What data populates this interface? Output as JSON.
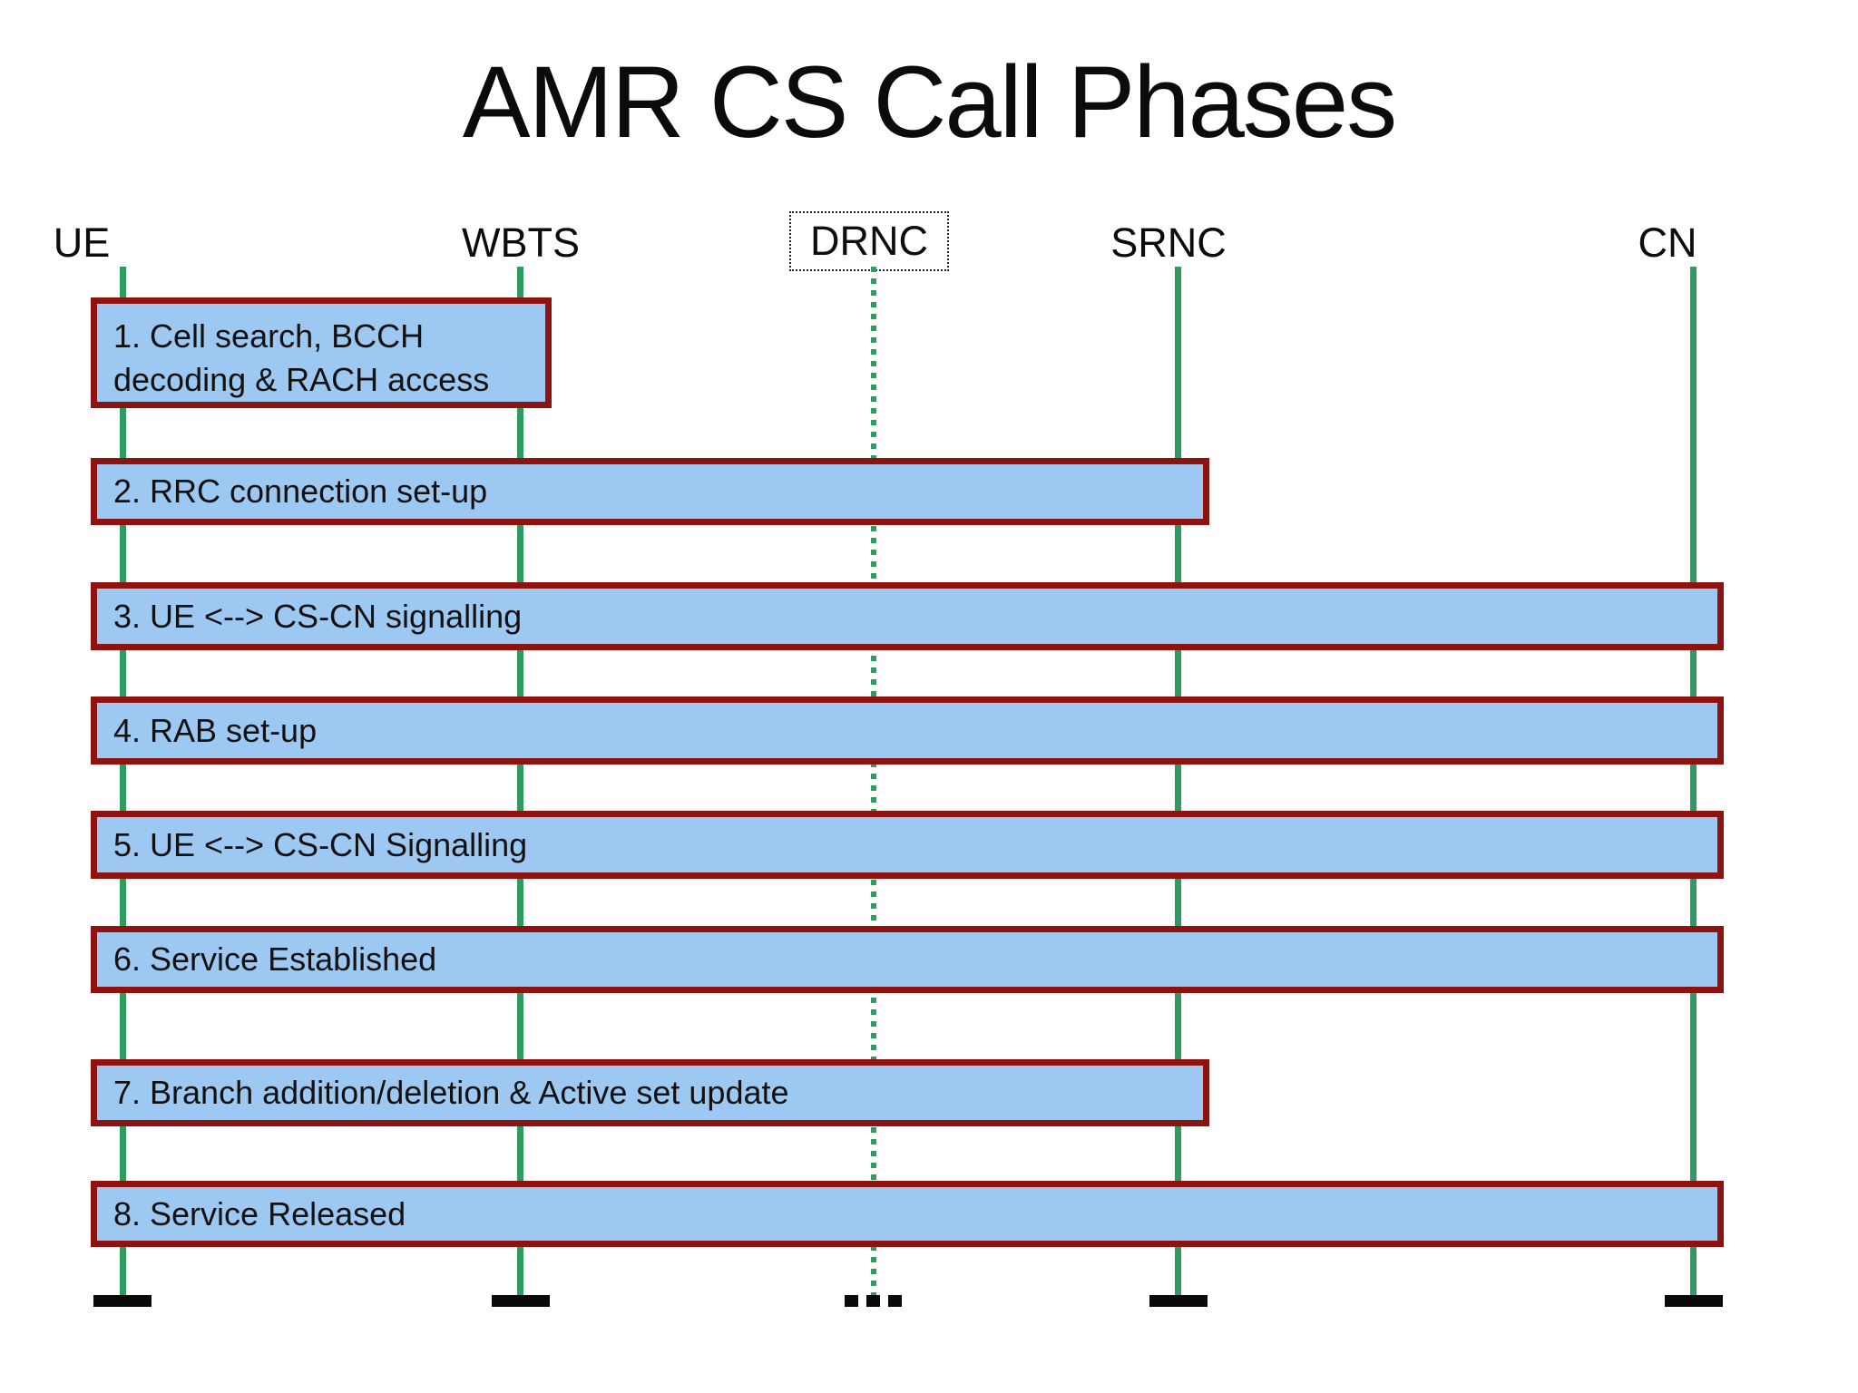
{
  "title": "AMR CS Call Phases",
  "colors": {
    "box_fill": "#9DC8F2",
    "box_border": "#8C1310",
    "lifeline_green": "#2E9C60",
    "terminator_black": "#0A0A0A",
    "text_black": "#0D0D0D"
  },
  "actors": [
    {
      "label": "UE",
      "lifeline": "solid",
      "boxed": false
    },
    {
      "label": "WBTS",
      "lifeline": "solid",
      "boxed": false
    },
    {
      "label": "DRNC",
      "lifeline": "dotted",
      "boxed": true
    },
    {
      "label": "SRNC",
      "lifeline": "solid",
      "boxed": false
    },
    {
      "label": "CN",
      "lifeline": "solid",
      "boxed": false
    }
  ],
  "phases": [
    {
      "label": "1. Cell search, BCCH\ndecoding & RACH access",
      "from": "UE",
      "to": "WBTS"
    },
    {
      "label": "2. RRC connection set-up",
      "from": "UE",
      "to": "SRNC"
    },
    {
      "label": "3. UE <--> CS-CN signalling",
      "from": "UE",
      "to": "CN"
    },
    {
      "label": "4. RAB set-up",
      "from": "UE",
      "to": "CN"
    },
    {
      "label": "5. UE <--> CS-CN Signalling",
      "from": "UE",
      "to": "CN"
    },
    {
      "label": "6. Service Established",
      "from": "UE",
      "to": "CN"
    },
    {
      "label": "7. Branch addition/deletion & Active set update",
      "from": "UE",
      "to": "SRNC"
    },
    {
      "label": "8. Service Released",
      "from": "UE",
      "to": "CN"
    }
  ]
}
